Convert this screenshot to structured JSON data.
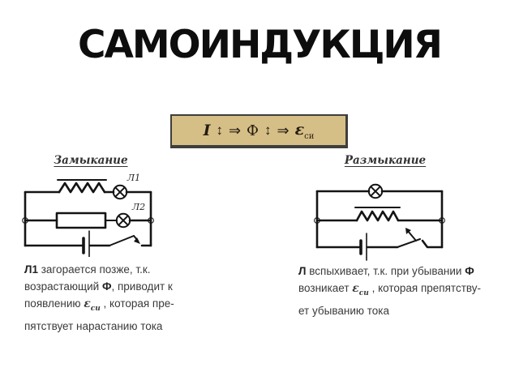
{
  "title": "САМОИНДУКЦИЯ",
  "formula": {
    "current": "I",
    "updown": "↕",
    "implies": "⇒",
    "flux": "Ф",
    "emf": "ε",
    "emf_sub": "си"
  },
  "left_panel": {
    "heading": "Замыкание",
    "lamp1": "Л1",
    "lamp2": "Л2"
  },
  "right_panel": {
    "heading": "Размыкание"
  },
  "left_note": {
    "line1_bold": "Л1",
    "line1_rest": " загорается  позже, т.к.",
    "line2_pre": "возрастающий ",
    "line2_bold": "Ф",
    "line2_post": ", приводит к",
    "line3_pre": "появлению ",
    "line3_emf": "ε",
    "line3_emf_sub": "си",
    "line3_post": " , которая пре-",
    "line4": "пятствует нарастанию тока"
  },
  "right_note": {
    "line1_bold": "Л",
    "line1_mid": " вспыхивает, т.к. при убывании ",
    "line1_flux": "Ф",
    "line2_pre": "возникает ",
    "line2_emf": "ε",
    "line2_emf_sub": "си",
    "line2_post": " , которая препятству-",
    "line3": "ет убыванию тока"
  },
  "colors": {
    "formula_bg": "#d6bf87",
    "formula_border": "#3e3e3c",
    "formula_ink": "#241b10",
    "ink": "#141414",
    "note_text": "#3a3a3a",
    "heading_text": "#333333",
    "title_color": "#0d0d0d"
  }
}
